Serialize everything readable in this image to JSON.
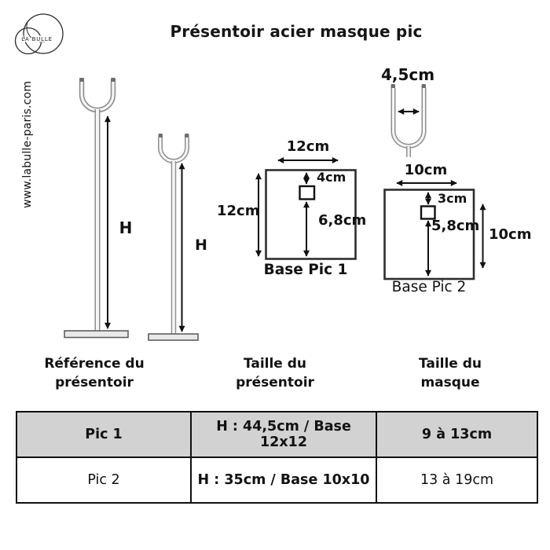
{
  "header": {
    "title": "Présentoir acier masque pic",
    "logo_text": "LA BULLE",
    "website": "www.labulle-paris.com"
  },
  "stands": {
    "stand1_height_label": "H",
    "stand2_height_label": "H",
    "fork_width_label": "4,5cm"
  },
  "base1": {
    "caption": "Base Pic 1",
    "width_label": "12cm",
    "height_label": "12cm",
    "hole_top_label": "4cm",
    "hole_bottom_label": "6,8cm"
  },
  "base2": {
    "caption": "Base Pic 2",
    "width_label": "10cm",
    "height_label": "10cm",
    "hole_top_label": "3cm",
    "hole_bottom_label": "5,8cm"
  },
  "table": {
    "headers": [
      {
        "line1": "Référence du",
        "line2": "présentoir"
      },
      {
        "line1": "Taille du",
        "line2": "présentoir"
      },
      {
        "line1": "Taille du",
        "line2": "masque"
      }
    ],
    "rows": [
      {
        "ref": "Pic 1",
        "size": "H : 44,5cm / Base 12x12",
        "mask": "9 à 13cm"
      },
      {
        "ref": "Pic 2",
        "size": "H : 35cm / Base 10x10",
        "mask": "13 à 19cm"
      }
    ],
    "row_highlight_color": "#d2d2d2"
  }
}
